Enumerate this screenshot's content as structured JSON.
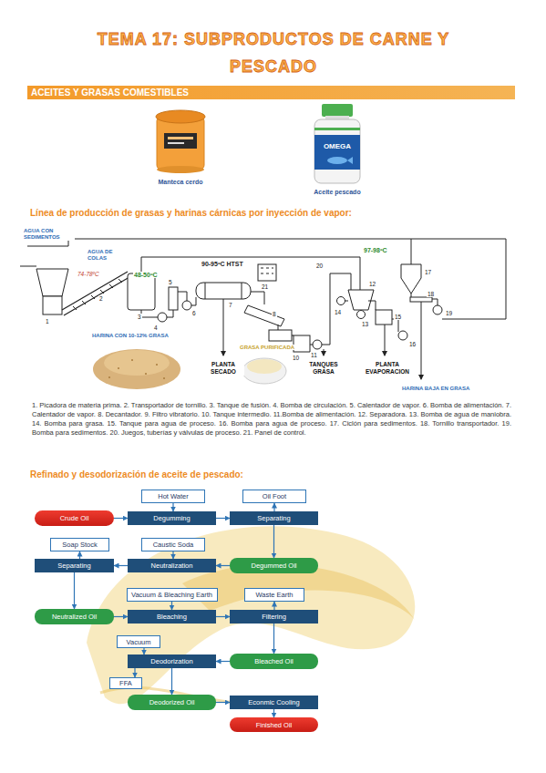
{
  "diagram": {
    "title": "TEMA 17: SUBPRODUCTOS DE CARNE Y PESCADO",
    "nodes": [
      {
        "text": [
          "ACEITES Y GRASAS COMESTIBLES"
        ]
      },
      {
        "text": [
          "Hot Water"
        ]
      },
      {
        "text": [
          "Oil Foot"
        ]
      },
      {
        "text": [
          "Crude Oil"
        ]
      },
      {
        "text": [
          "Degumming"
        ]
      },
      {
        "text": [
          "Separating"
        ]
      },
      {
        "text": [
          "Soap Stock"
        ]
      },
      {
        "text": [
          "Caustic Soda"
        ]
      },
      {
        "text": [
          "Separating"
        ]
      },
      {
        "text": [
          "Neutralization"
        ]
      },
      {
        "text": [
          "Degummed Oil"
        ]
      },
      {
        "text": [
          "Vacuum & Bleaching Earth"
        ]
      },
      {
        "text": [
          "Waste Earth"
        ]
      },
      {
        "text": [
          "Neutralized Oil"
        ]
      },
      {
        "text": [
          "Bleaching"
        ]
      },
      {
        "text": [
          "Filtering"
        ]
      },
      {
        "text": [
          "Vacuum"
        ]
      },
      {
        "text": [
          "Deodorization"
        ]
      },
      {
        "text": [
          "Bleached Oil"
        ]
      },
      {
        "text": [
          "FFA"
        ]
      },
      {
        "text": [
          "Deodorized Oil"
        ]
      },
      {
        "text": [
          "Econmic Cooling"
        ]
      },
      {
        "text": [
          "Finished Oil"
        ]
      }
    ],
    "edges": [
      {
        "from": 3,
        "to": 4,
        "arrow": "to"
      },
      {
        "from": 1,
        "to": 4,
        "arrow": "to"
      },
      {
        "from": 4,
        "to": 5,
        "arrow": "to"
      },
      {
        "from": 5,
        "to": 2,
        "arrow": "to"
      },
      {
        "from": 5,
        "to": 10,
        "arrow": "to"
      },
      {
        "from": 10,
        "to": 9,
        "arrow": "to"
      },
      {
        "from": 7,
        "to": 9,
        "arrow": "to"
      },
      {
        "from": 9,
        "to": 8,
        "arrow": "to"
      },
      {
        "from": 8,
        "to": 6,
        "arrow": "to"
      },
      {
        "from": 8,
        "to": 13,
        "arrow": "to"
      },
      {
        "from": 13,
        "to": 14,
        "arrow": "to"
      },
      {
        "from": 11,
        "to": 14,
        "arrow": "to"
      },
      {
        "from": 14,
        "to": 15,
        "arrow": "to"
      },
      {
        "from": 15,
        "to": 12,
        "arrow": "to"
      },
      {
        "from": 15,
        "to": 18,
        "arrow": "to"
      },
      {
        "from": 18,
        "to": 17,
        "arrow": "to"
      },
      {
        "from": 16,
        "to": 17,
        "arrow": "to"
      },
      {
        "from": 17,
        "to": 19,
        "arrow": "to"
      },
      {
        "from": 17,
        "to": 20,
        "arrow": "to"
      },
      {
        "from": 20,
        "to": 21,
        "arrow": "to"
      },
      {
        "from": 21,
        "to": 22,
        "arrow": "to"
      }
    ],
    "labels": [
      "Manteca cerdo",
      "OMEGA",
      "Aceite pescado",
      "Línea de producción de grasas y harinas cárnicas por inyección de vapor:",
      "AGUA CON SEDIMENTOS",
      "AGUA DE COLAS",
      "74-78ºC",
      "48-50ºC",
      "90-95ºC HTST",
      "21",
      "97-98ºC",
      "20",
      "1",
      "2",
      "3",
      "4",
      "5",
      "6",
      "7",
      "8",
      "9",
      "10",
      "11",
      "12",
      "13",
      "14",
      "15",
      "16",
      "17",
      "18",
      "19",
      "HARINA CON 10-12% GRASA",
      "GRASA PURIFICADA",
      "PLANTA SECADO",
      "TANQUES GRASA",
      "PLANTA EVAPORACION",
      "HARINA BAJA EN GRASA",
      "1. Picadora de materia prima. 2. Transportador de tornillo. 3. Tanque de fusión. 4. Bomba de circulación. 5. Calentador de vapor. 6. Bomba de alimentación. 7. Calentador de vapor. 8. Decantador. 9. Filtro vibratorio. 10. Tanque intermedio. 11.Bomba de alimentación. 12. Separadora. 13. Bomba de agua de maniobra. 14. Bomba para grasa. 15. Tanque para agua de proceso. 16. Bomba para agua de proceso. 17. Ciclón para sedimentos. 18. Tornillo transportador. 19. Bomba para sedimentos. 20. Juegos, tuberías y válvulas de proceso. 21. Panel de control.",
      "Refinado y desodorización de aceite de pescado:"
    ]
  }
}
